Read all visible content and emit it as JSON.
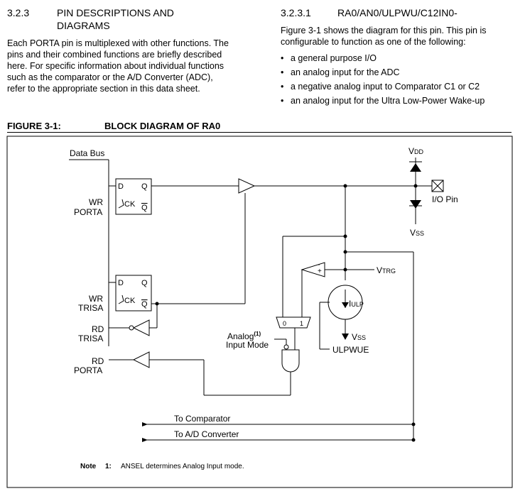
{
  "left_section": {
    "number": "3.2.3",
    "title_line1": "PIN DESCRIPTIONS AND",
    "title_line2": "DIAGRAMS",
    "paragraph_lines": [
      "Each PORTA pin is multiplexed with other functions. The",
      "pins and their combined functions are briefly described",
      "here. For specific information about individual functions",
      "such as the comparator or the A/D Converter (ADC),",
      "refer to the appropriate section in this data sheet."
    ]
  },
  "right_section": {
    "number": "3.2.3.1",
    "title": "RA0/AN0/ULPWU/C12IN0-",
    "intro_line1": "Figure 3-1 shows the diagram for this pin. This pin is",
    "intro_line2": "configurable to function as one of the following:",
    "bullets": [
      "a general purpose I/O",
      "an analog input for the ADC",
      "a negative analog input to Comparator C1 or C2",
      "an analog input for the Ultra Low-Power Wake-up"
    ]
  },
  "figure": {
    "label": "FIGURE 3-1:",
    "title": "BLOCK DIAGRAM OF RA0"
  },
  "diagram": {
    "data_bus": "Data Bus",
    "wr_porta_1": "WR",
    "wr_porta_2": "PORTA",
    "wr_trisa_1": "WR",
    "wr_trisa_2": "TRISA",
    "rd_trisa_1": "RD",
    "rd_trisa_2": "TRISA",
    "rd_porta_1": "RD",
    "rd_porta_2": "PORTA",
    "d": "D",
    "q": "Q",
    "qbar": "Q",
    "ck": "CK",
    "vdd_main": "V",
    "vdd_sub": "DD",
    "vss_main": "V",
    "vss_sub": "SS",
    "io_pin": "I/O Pin",
    "vtrg_main": "V",
    "vtrg_sub": "TRG",
    "iulp_main": "I",
    "iulp_sub": "ULP",
    "vss2_main": "V",
    "vss2_sub": "SS",
    "ulpwue": "ULPWUE",
    "mux0": "0",
    "mux1": "1",
    "analog_1": "Analog",
    "analog_sup": "(1)",
    "analog_2": "Input Mode",
    "plus": "+",
    "minus": "-",
    "to_comparator": "To Comparator",
    "to_adc": "To A/D Converter",
    "note_label": "Note",
    "note_num": "1:",
    "note_text": "ANSEL determines Analog Input mode."
  }
}
